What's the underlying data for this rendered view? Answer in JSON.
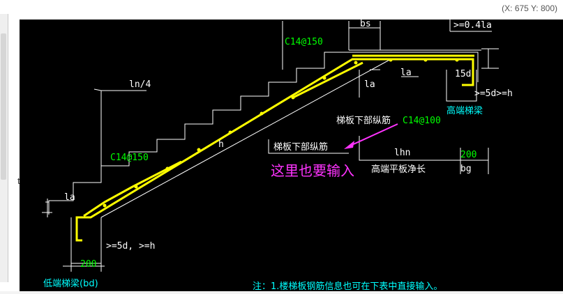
{
  "coord_readout": "(X: 675 Y: 800)",
  "left_edge_glyph": "t)",
  "colors": {
    "background": "#000000",
    "rebar": "#ffff00",
    "line": "#ffffff",
    "spec": "#00ff00",
    "name": "#00ffff",
    "annotation": "#ff33ff"
  },
  "labels": {
    "bs": "bs",
    "top_anchor": ">=0.4la",
    "ln4": "ln/4",
    "spec_top": "C14@150",
    "spec_bottom": "C14@150",
    "spec_longbar": "C14@100",
    "la_top": "la",
    "la_mid": "la",
    "la_bottom": "la",
    "hook_15d": "15d",
    "hook_top": ">=5d>=h",
    "high_beam": "高端梯梁",
    "bottom_bar_right": "梯板下部纵筋",
    "bottom_bar_left": "梯板下部纵筋",
    "h_label": "h",
    "lhn": "lhn",
    "platform": "高端平板净长",
    "dim_200_right": "200",
    "bg": "bg",
    "annotation": "这里也要输入",
    "hook_bottom": ">=5d, >=h",
    "dim_200_left": "200",
    "low_beam": "低端梯梁(bd)",
    "note": "注：1.楼梯板钢筋信息也可在下表中直接输入。"
  }
}
